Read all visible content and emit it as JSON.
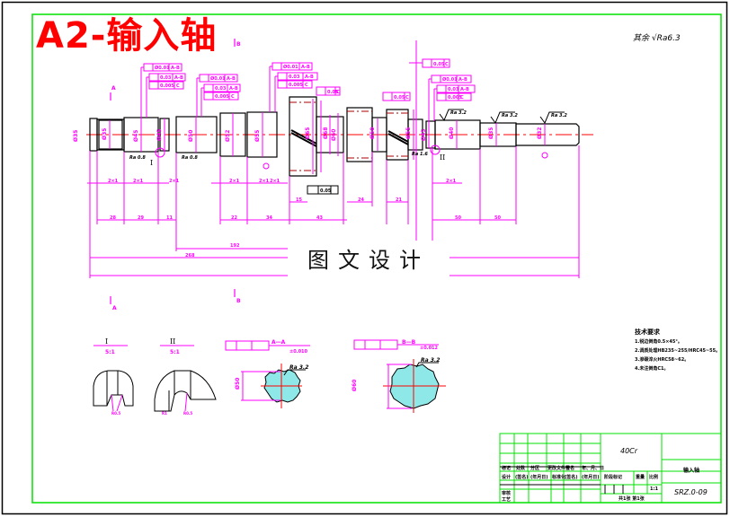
{
  "drawing": {
    "title": "A2-输入轴",
    "watermark": "图文设计",
    "roughness_note": "其余 √Ra6.3",
    "section_labels": {
      "top_a": "A",
      "top_b": "B",
      "bottom_a": "A",
      "bottom_b": "B"
    },
    "detail_views": [
      {
        "label": "I",
        "scale": "5:1",
        "annotation": "R0.5"
      },
      {
        "label": "II",
        "scale": "5:1",
        "annotation": "R0.5"
      }
    ],
    "section_views": [
      {
        "label": "A—A",
        "roughness": "Ra 3.2",
        "tolerance": "0.010"
      },
      {
        "label": "B—B",
        "roughness": "Ra 3.2",
        "tolerance": "0.012"
      }
    ],
    "surface_finish": [
      "Ra 3.2",
      "Ra 3.2",
      "Ra 3.2",
      "Ra 0.8",
      "Ra 0.8",
      "Ra 1.6",
      "Ra 0.8"
    ],
    "gdt_frames": [
      {
        "symbol": "circular-runout",
        "value": "Ø0.01",
        "datum": "A-B"
      },
      {
        "symbol": "total-runout",
        "value": "0.03",
        "datum": "A-B"
      },
      {
        "symbol": "cylindricity",
        "value": "0.005",
        "datum": "C"
      },
      {
        "symbol": "perpendicular",
        "value": "0.05",
        "datum": "C"
      }
    ],
    "dimensions": {
      "lengths": [
        "28",
        "29",
        "11",
        "22",
        "34",
        "43",
        "24",
        "21",
        "50",
        "50",
        "192",
        "268"
      ],
      "diameters": [
        "Ø35",
        "Ø45",
        "Ø50",
        "Ø52",
        "Ø55",
        "Ø60",
        "Ø65",
        "Ø68",
        "Ø40",
        "Ø32"
      ]
    }
  },
  "tech_requirements": {
    "heading": "技术要求",
    "items": [
      "1.锐边倒角0.5×45°。",
      "2.调质处理HB235~255/HRC45~55。",
      "3.渗碳淬火HRC58~62。",
      "4.未注倒角C1。"
    ]
  },
  "title_block": {
    "material": "40Cr",
    "part_name": "输入轴",
    "drawing_number": "SRZ.0-09",
    "scale": "1:1",
    "sheet_info": "共1张 第1张",
    "headers": [
      "标记",
      "处数",
      "分区",
      "更改文件号",
      "签名",
      "年、月、日"
    ],
    "roles": [
      "设计",
      "(签名)",
      "(年月日)",
      "标准化",
      "(签名)",
      "(年月日)"
    ],
    "stage_label": "阶段标记",
    "weight_label": "重量",
    "scale_label": "比例",
    "review_label": "审核",
    "process_label": "工艺",
    "approve_label": "批准"
  }
}
